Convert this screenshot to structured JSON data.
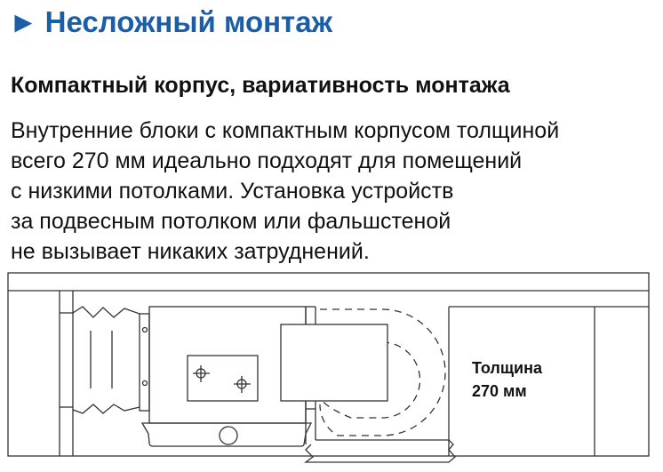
{
  "header": {
    "arrow": "►",
    "title": "Несложный монтаж"
  },
  "subtitle": "Компактный корпус, вариативность монтажа",
  "paragraph": [
    "Внутренние блоки с компактным корпусом толщиной",
    "всего 270 мм идеально подходят для помещений",
    "с низкими потолками. Установка устройств",
    "за подвесным потолком или фальшстеной",
    "не вызывает никаких затруднений."
  ],
  "diagram": {
    "label_line1": "Толщина",
    "label_line2": "270 мм"
  },
  "colors": {
    "title": "#1b5ea8",
    "line": "#333333"
  }
}
